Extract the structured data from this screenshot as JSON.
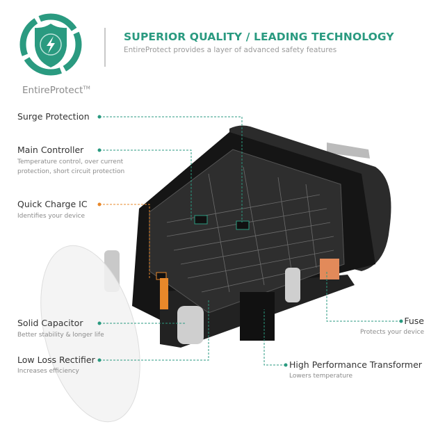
{
  "header": {
    "title": "SUPERIOR QUALITY / LEADING TECHNOLOGY",
    "subtitle": "EntireProtect provides a layer of advanced safety features",
    "brand": "EntireProtect",
    "trademark": "TM"
  },
  "colors": {
    "accent": "#2a9a80",
    "orange": "#e8882a",
    "body": "#1c1c1c"
  },
  "features": [
    {
      "label": "Surge Protection",
      "desc": ""
    },
    {
      "label": "Main Controller",
      "desc": "Temperature control, over current",
      "desc2": "protection, short circuit protection"
    },
    {
      "label": "Quick Charge IC",
      "desc": "Identifies your device"
    },
    {
      "label": "Solid Capacitor",
      "desc": "Better stability & longer life"
    },
    {
      "label": "Low Loss  Rectifier",
      "desc": "Increases efficiency"
    },
    {
      "label": "Fuse",
      "desc": "Protects your device"
    },
    {
      "label": "High Performance Transformer",
      "desc": "Lowers temperature"
    }
  ]
}
